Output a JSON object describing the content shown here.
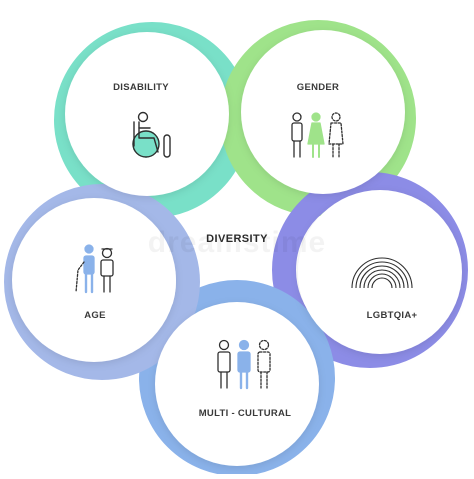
{
  "center": {
    "title": "DIVERSITY"
  },
  "watermark": "dreamstime",
  "nodes": [
    {
      "id": "disability",
      "label": "DISABILITY",
      "icon": "wheelchair-icon",
      "accent": "#79e0c8"
    },
    {
      "id": "gender",
      "label": "GENDER",
      "icon": "gender-figures-icon",
      "accent": "#9fe38a"
    },
    {
      "id": "lgbtqia",
      "label": "LGBTQIA+",
      "icon": "rainbow-icon",
      "accent": "#8c8ce6"
    },
    {
      "id": "multicultural",
      "label": "MULTI - CULTURAL",
      "icon": "people-group-icon",
      "accent": "#8ab2ea"
    },
    {
      "id": "age",
      "label": "AGE",
      "icon": "elder-with-cane-icon",
      "accent": "#a4b8e8"
    }
  ],
  "colors": {
    "teal": "#79e0c8",
    "green": "#9fe38a",
    "purple": "#8c8ce6",
    "blue": "#8ab2ea",
    "stroke": "#2f2f2f"
  }
}
